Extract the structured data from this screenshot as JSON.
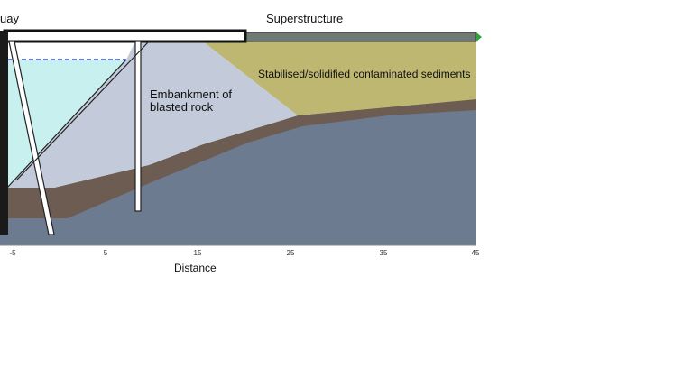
{
  "labels": {
    "quay": "uay",
    "superstructure": "Superstructure",
    "embankment": "Embankment of blasted rock",
    "stabilised": "Stabilised/solidified contaminated sediments",
    "distance": "Distance"
  },
  "axis": {
    "ticks": [
      "-5",
      "5",
      "15",
      "25",
      "35",
      "45"
    ]
  },
  "colors": {
    "water": "#c8f0ef",
    "embankment": "#c3cbdb",
    "sediments": "#bdb772",
    "soft_layer": "#6c5c52",
    "bedrock": "#6d7b91",
    "deck": "#6f7a74",
    "water_line": "#3b4fd6"
  }
}
